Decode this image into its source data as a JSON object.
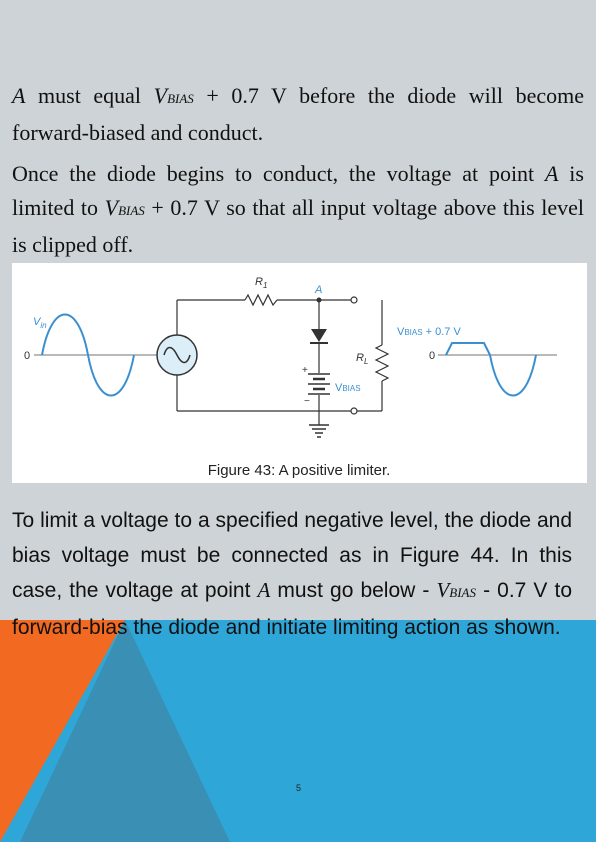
{
  "paragraph1": {
    "a": "A",
    "t1": " must equal ",
    "v": "V",
    "bias": "BIAS",
    "t2": " + 0.7 V before the diode will become forward-biased and conduct."
  },
  "paragraph2": {
    "t1": "Once the diode begins to conduct, the voltage at point ",
    "a": "A",
    "t2": " is limited to ",
    "v": "V",
    "bias": "BIAS",
    "t3": " + 0.7 V so that all input voltage above this level is clipped off."
  },
  "figure": {
    "caption": "Figure 43: A positive limiter.",
    "r1_label": "R",
    "r1_sub": "1",
    "point_a_label": "A",
    "vin_label": "V",
    "vin_sub": "in",
    "input_zero_label": "0",
    "rl_label": "R",
    "rl_sub": "L",
    "plus_label": "+",
    "minus_label": "−",
    "vbias_battery_label": "V",
    "vbias_battery_sub": "BIAS",
    "output_level_label": "V",
    "output_level_sub": "BIAS",
    "output_level_tail": " + 0.7 V",
    "output_zero_label": "0"
  },
  "paragraph3": {
    "t1": "To limit a voltage to a specified negative level, the diode and bias voltage must be connected as in Figure 44. In this case, the voltage at point ",
    "a": "A",
    "t2": " must go below - ",
    "v": "V",
    "bias": "BIAS",
    "t3": " - 0.7 V to forward-bias the diode and initiate limiting action as shown."
  },
  "page_number": "5",
  "colors": {
    "background_gray": "#cdd3d6",
    "accent_blue": "#2ea6d8",
    "accent_orange": "#f26a21",
    "accent_teal": "#3a8fb5",
    "waveform_blue": "#3a8fd0"
  }
}
